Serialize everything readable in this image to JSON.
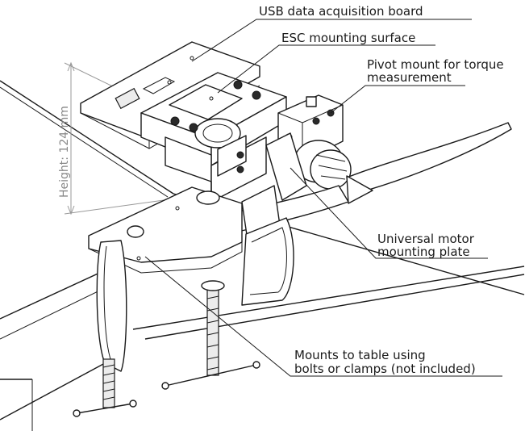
{
  "labels": {
    "usb_board": "USB data acquisition board",
    "esc_surface": "ESC mounting surface",
    "pivot_mount_line1": "Pivot mount for torque",
    "pivot_mount_line2": "measurement",
    "motor_plate_line1": "Universal motor",
    "motor_plate_line2": "mounting plate",
    "table_mount_line1": "Mounts to table using",
    "table_mount_line2": "bolts or clamps (not included)"
  },
  "dimension": {
    "height_label": "Height: 124 mm"
  }
}
